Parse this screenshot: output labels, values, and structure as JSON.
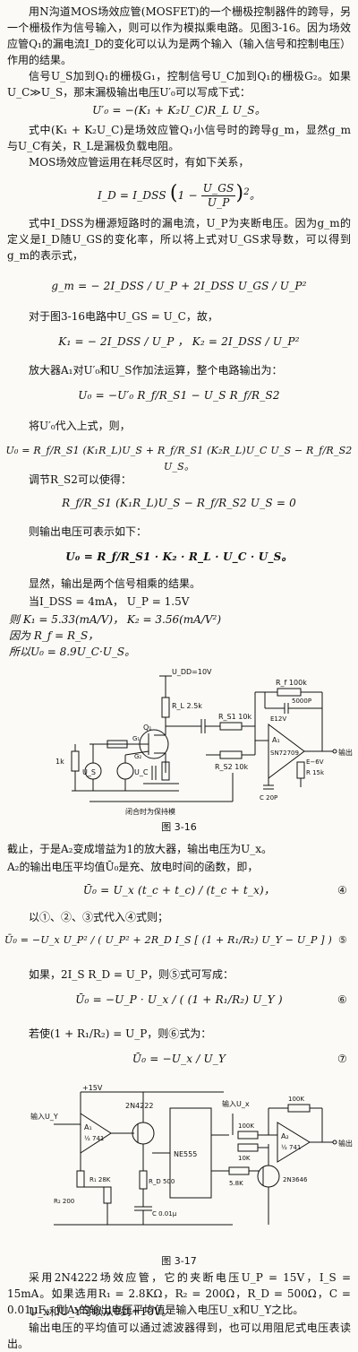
{
  "p1": "用N沟道MOS场效应管(MOSFET)的一个栅极控制器件的跨导，另一个栅极作为信号输入，则可以作为模拟乘电路。见图3-16。因为场效应管Q₁的漏电流I_D的变化可以认为是两个输入（输入信号和控制电压）作用的结果。",
  "p2": "信号U_S加到Q₁的栅极G₁，控制信号U_C加到Q₁的栅极G₂。如果U_C≫U_S，那末漏极输出电压U′₀可以写成下式：",
  "eq1": "U′₀ = −(K₁ + K₂U_C)R_L U_S。",
  "p3": "式中(K₁ + K₂U_C)是场效应管Q₁小信号时的跨导g_m，显然g_m与U_C有关，R_L是漏极负载电阻。",
  "p4": "MOS场效应管运用在耗尽区时，有如下关系，",
  "eq2_lhs": "I_D = I_DSS",
  "eq2_num": "U_GS",
  "eq2_den": "U_P",
  "p5": "式中I_DSS为栅源短路时的漏电流，U_P为夹断电压。因为g_m的定义是I_D随U_GS的变化率，所以将上式对U_GS求导数，可以得到g_m的表示式，",
  "eq3": "g_m = − 2I_DSS / U_P + 2I_DSS U_GS / U_P²",
  "p6": "对于图3-16电路中U_GS = U_C，故，",
  "eq4": "K₁ = − 2I_DSS / U_P ，  K₂ = 2I_DSS / U_P²",
  "p7": "放大器A₁对U′₀和U_S作加法运算，整个电路输出为：",
  "eq5": "U₀ = −U′₀ R_f/R_S1 − U_S R_f/R_S2",
  "p8": "将U′₀代入上式，则，",
  "eq6": "U₀ = R_f/R_S1 (K₁R_L)U_S + R_f/R_S1 (K₂R_L)U_C U_S − R_f/R_S2 U_S。",
  "p9": "调节R_S2可以使得：",
  "eq7": "R_f/R_S1 (K₁R_L)U_S − R_f/R_S2 U_S = 0",
  "p10": "则输出电压可表示如下：",
  "eq8": "U₀ = R_f/R_S1 · K₂ · R_L · U_C · U_S。",
  "p11": "显然，输出是两个信号相乘的结果。",
  "p12": "当I_DSS = 4mA，   U_P = 1.5V",
  "p13a": "则  K₁ = 5.33(mA/V)，     K₂ = 3.56(mA/V²)",
  "p13b": "因为          R_f = R_S，",
  "p13c": "所以U₀ = 8.9U_C·U_S。",
  "fig1": {
    "caption": "图 3-16",
    "labels": {
      "vdd": "U_DD=10V",
      "rl": "R_L 2.5k",
      "q1": "Q₁",
      "g1": "G₁",
      "g2": "G₂",
      "rs1": "R_S1 10k",
      "rs2": "R_S2 10k",
      "rf": "R_f 100k",
      "c5000": "5000P",
      "a1": "A₁",
      "op": "SN72709",
      "e12": "E12V",
      "em6": "E−6V",
      "r15": "R 15k",
      "c20": "C 20P",
      "out": "输出",
      "us": "U_S",
      "uc": "U_C",
      "r1k": "1k",
      "note": "闭合时为保持模"
    }
  },
  "p14": "截止，于是A₂变成增益为1的放大器，输出电压为U_x。",
  "p15": "A₂的输出电压平均值Ū₀是充、放电时间的函数，即，",
  "eq9": "Ū₀ = U_x (t_c + t_c) / (t_c + t_x)，",
  "eq9_num": "④",
  "p16": "以①、②、③式代入④式则；",
  "eq10": "Ū₀ = −U_x U_P² / ( U_P² + 2R_D I_S [ (1 + R₁/R₂) U_Y − U_P ] )",
  "eq10_num": "⑤",
  "p17": "如果，2I_S R_D = U_P，则⑤式可写成：",
  "eq11": "Ū₀ = −U_P · U_x / ( (1 + R₁/R₂) U_Y )",
  "eq11_num": "⑥",
  "p18": "若使(1 + R₁/R₂) = U_P，则⑥式为：",
  "eq12": "Ū₀ = −U_x / U_Y",
  "eq12_num": "⑦",
  "fig2": {
    "caption": "图 3-17",
    "labels": {
      "v15": "+15V",
      "in_y": "输入U_Y",
      "a1": "A₁",
      "op741": "½ 741",
      "q": "2N4222",
      "ne555": "NE555",
      "r1": "R₁ 28K",
      "r2": "R₂ 200",
      "r3": "R_D 500",
      "c": "C 0.01μ",
      "k58": "5.8K",
      "in_x": "输入U_x",
      "k100a": "100K",
      "k100b": "100K",
      "k10": "10K",
      "a2": "A₂",
      "op741b": "½ 741",
      "out": "输出",
      "t": "2N3646"
    }
  },
  "p19": "采用2N4222场效应管，它的夹断电压U_P = 15V，I_S = 15mA。如果选用R₁ = 2.8KΩ，R₂ = 200Ω，R_D = 500Ω，C = 0.01μF，则A₂的输出电压平均值是输入电压U_x和U_Y之比。",
  "p20": "U_x和U_Y可以从0到+10V。",
  "p21": "输出电压的平均值可以通过滤波器得到，也可以用阻尼式电压表读出。"
}
